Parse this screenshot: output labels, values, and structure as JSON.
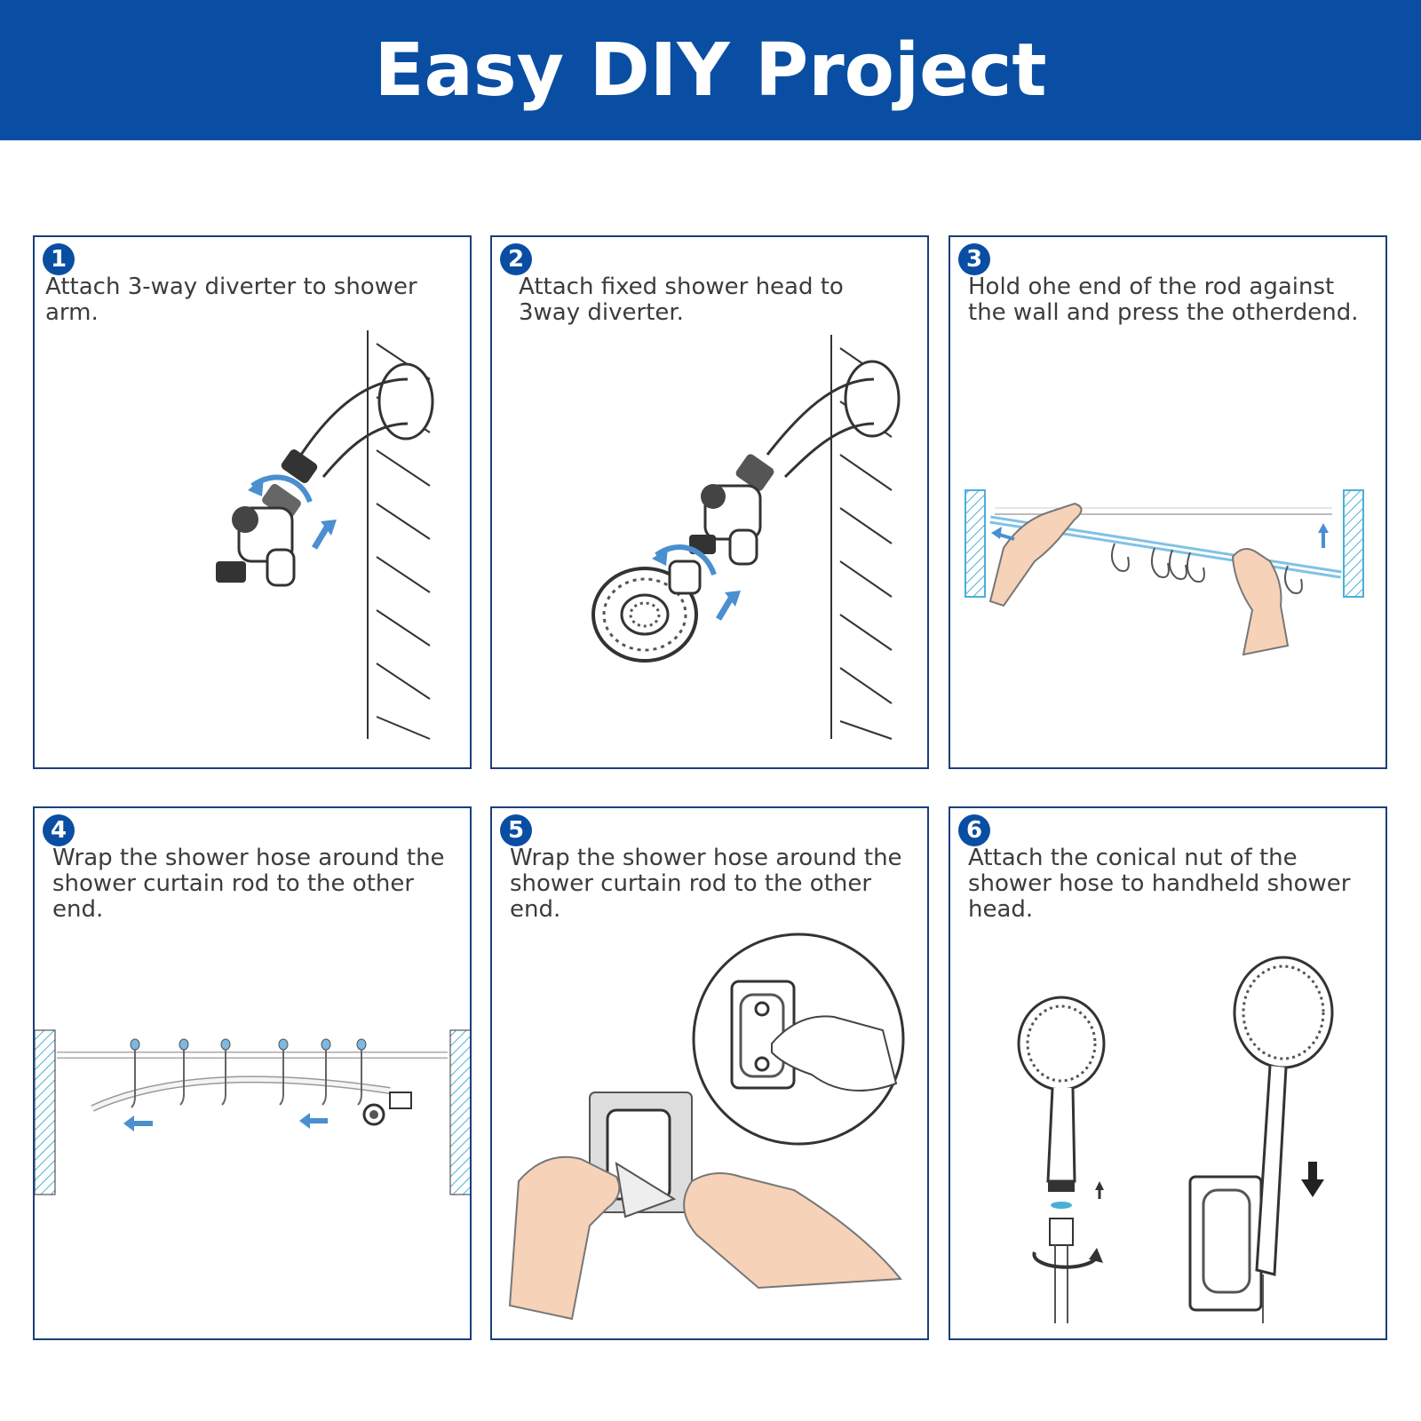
{
  "header": {
    "title": "Easy DIY Project"
  },
  "steps": [
    {
      "number": "1",
      "text": "Attach 3-way diverter to shower arm."
    },
    {
      "number": "2",
      "text": "Attach fixed shower head to 3way diverter."
    },
    {
      "number": "3",
      "text": "Hold ohe end of the rod against the wall and press the otherdend."
    },
    {
      "number": "4",
      "text": "Wrap the shower hose around the shower curtain rod to the other end."
    },
    {
      "number": "5",
      "text": "Wrap the shower hose around the shower curtain rod to the other end."
    },
    {
      "number": "6",
      "text": "Attach the conical nut of the shower hose to handheld shower head."
    }
  ],
  "colors": {
    "brand_blue": "#0a4ea3",
    "panel_border": "#1b3f7a",
    "arrow_blue": "#4a8fd0",
    "wall_hatch": "#4ab0d8",
    "skin": "#f6d2b8"
  }
}
